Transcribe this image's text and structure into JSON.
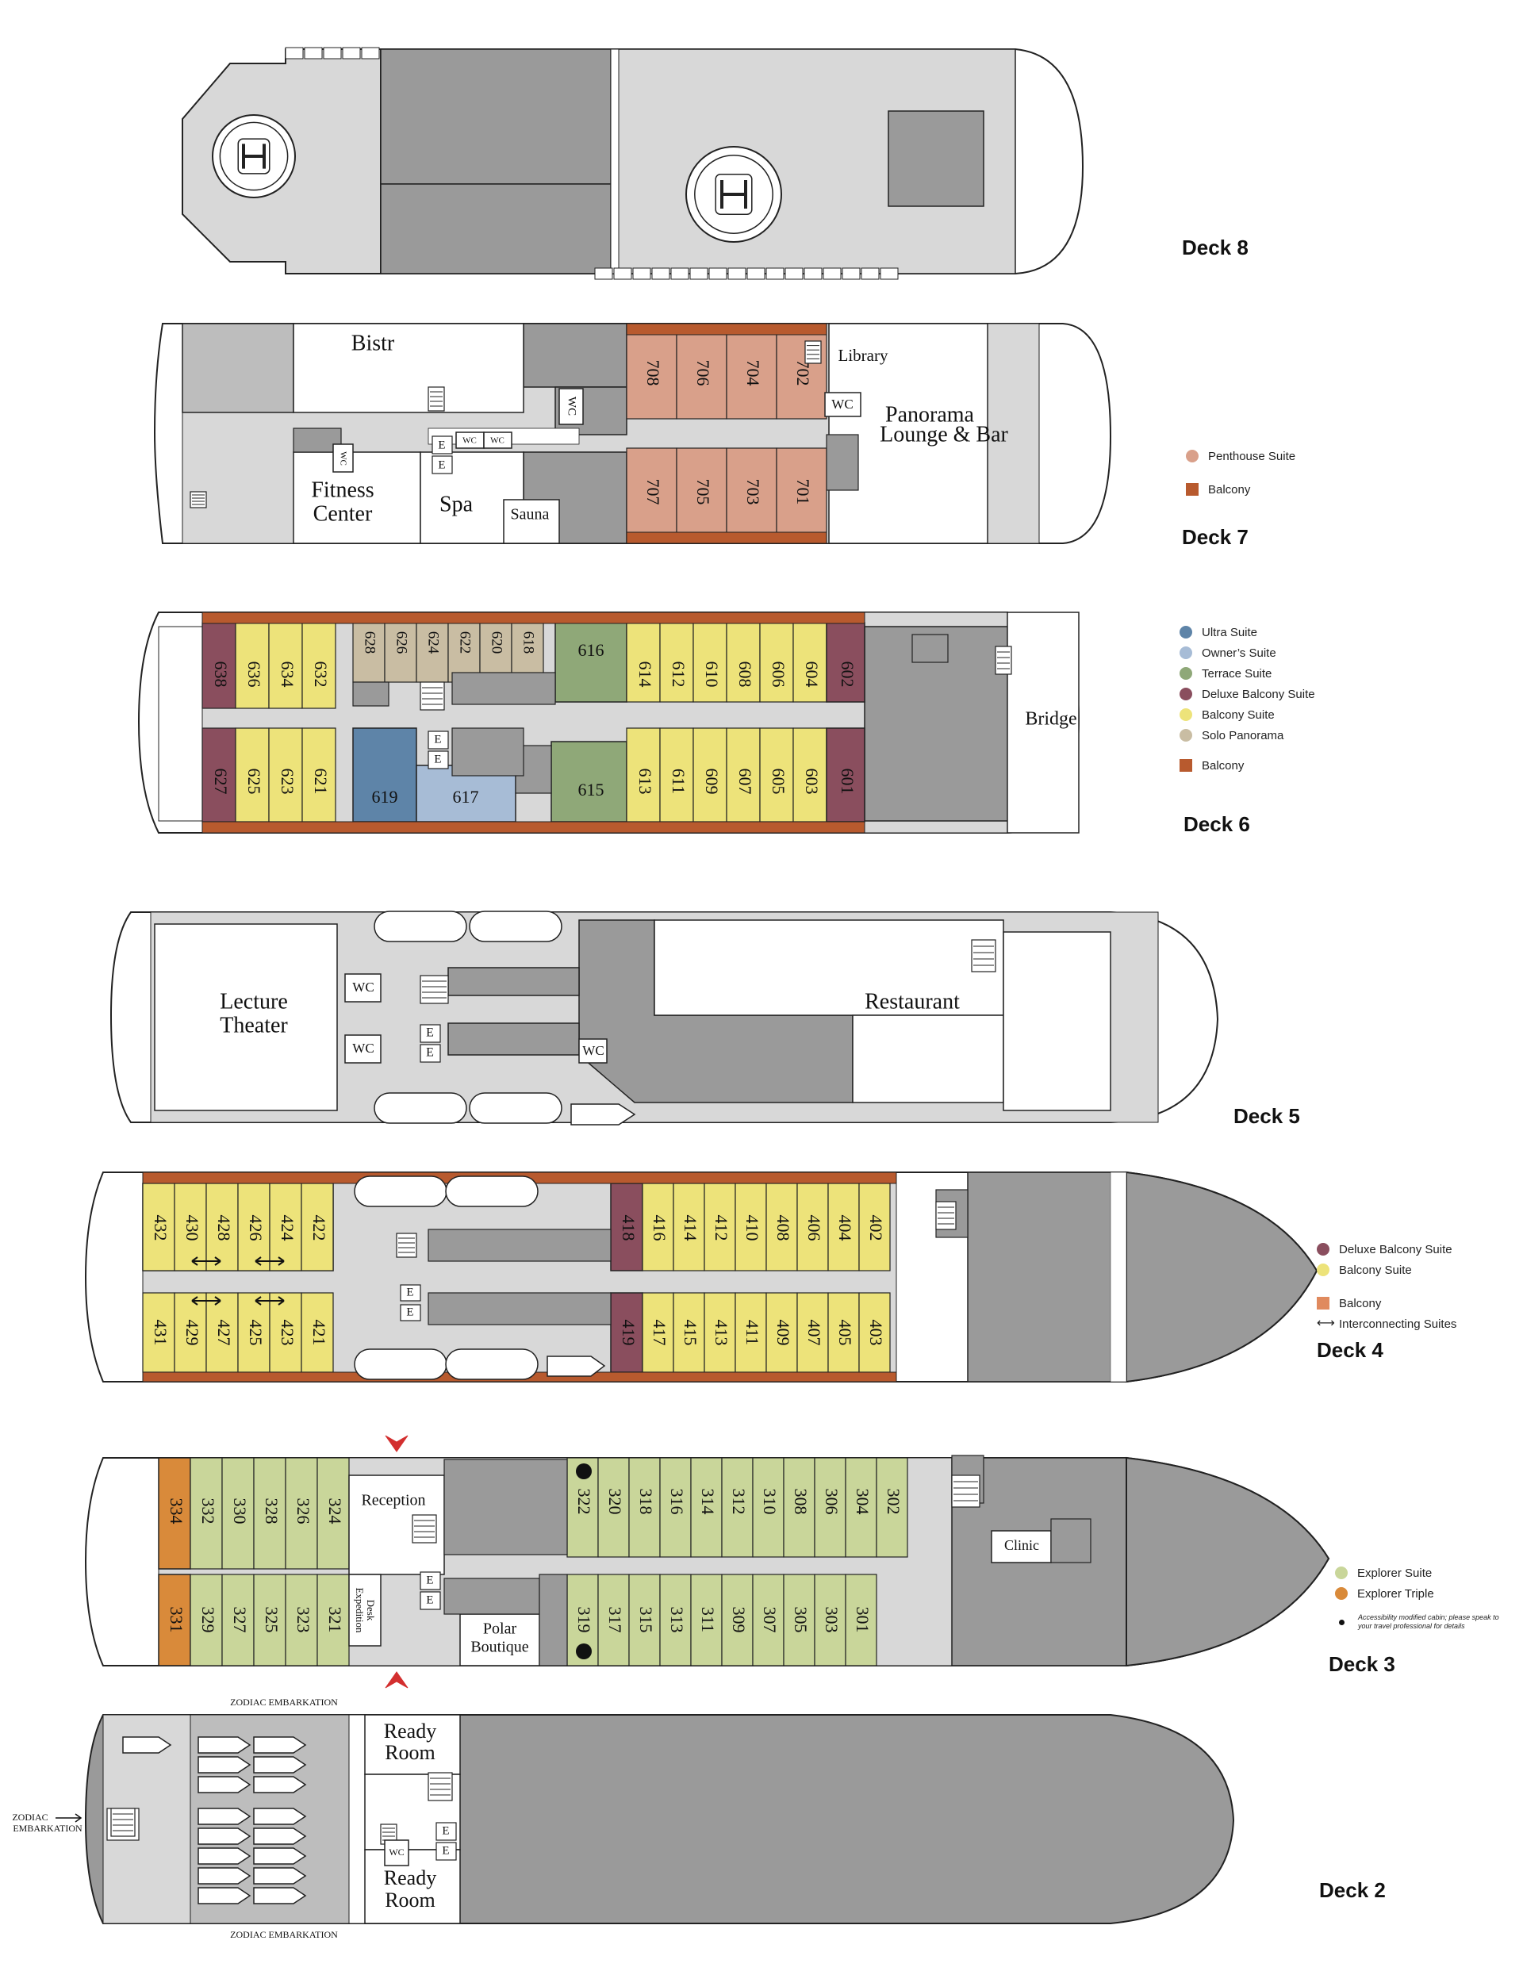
{
  "colors": {
    "hull_fill": "#ffffff",
    "outline": "#222222",
    "deck_light": "#d8d8d8",
    "deck_mid": "#bdbdbd",
    "deck_dark": "#9a9a9a",
    "penthouse_suite": "#d9a08a",
    "balcony": "#b85a2e",
    "ultra_suite": "#5e84a8",
    "owners_suite": "#a7bcd6",
    "terrace_suite": "#8fa878",
    "deluxe_balcony_suite": "#8a4e5e",
    "balcony_suite": "#ede37a",
    "solo_panorama": "#c9bda3",
    "explorer_suite": "#c9d69a",
    "explorer_triple": "#d98a3a",
    "accent_red": "#d32f2f"
  },
  "decks": [
    {
      "id": "deck8",
      "label": "Deck 8",
      "areas": [],
      "cabins": []
    },
    {
      "id": "deck7",
      "label": "Deck 7",
      "areas": [
        "Bistr",
        "Fitness",
        "Center",
        "Spa",
        "Sauna",
        "Library",
        "Panorama",
        "Lounge & Bar",
        "WC",
        "WC",
        "WC",
        "WC",
        "WC",
        "E",
        "E"
      ],
      "cabins": [
        "708",
        "706",
        "704",
        "702",
        "707",
        "705",
        "703",
        "701"
      ]
    },
    {
      "id": "deck6",
      "label": "Deck 6",
      "areas": [
        "Bridge",
        "E",
        "E"
      ],
      "cabins": [
        "638",
        "636",
        "634",
        "632",
        "628",
        "626",
        "624",
        "622",
        "620",
        "618",
        "616",
        "614",
        "612",
        "610",
        "608",
        "606",
        "604",
        "602",
        "627",
        "625",
        "623",
        "621",
        "619",
        "617",
        "615",
        "613",
        "611",
        "609",
        "607",
        "605",
        "603",
        "601"
      ]
    },
    {
      "id": "deck5",
      "label": "Deck 5",
      "areas": [
        "Lecture",
        "Theater",
        "Restaurant",
        "WC",
        "WC",
        "WC",
        "E",
        "E"
      ],
      "cabins": []
    },
    {
      "id": "deck4",
      "label": "Deck 4",
      "areas": [
        "E",
        "E"
      ],
      "cabins": [
        "432",
        "430",
        "428",
        "426",
        "424",
        "422",
        "418",
        "416",
        "414",
        "412",
        "410",
        "408",
        "406",
        "404",
        "402",
        "431",
        "429",
        "427",
        "425",
        "423",
        "421",
        "419",
        "417",
        "415",
        "413",
        "411",
        "409",
        "407",
        "405",
        "403"
      ]
    },
    {
      "id": "deck3",
      "label": "Deck 3",
      "areas": [
        "Reception",
        "Expedition",
        "Desk",
        "Polar",
        "Boutique",
        "Clinic",
        "E",
        "E"
      ],
      "cabins": [
        "334",
        "332",
        "330",
        "328",
        "326",
        "324",
        "322",
        "320",
        "318",
        "316",
        "314",
        "312",
        "310",
        "308",
        "306",
        "304",
        "302",
        "331",
        "329",
        "327",
        "325",
        "323",
        "321",
        "319",
        "317",
        "315",
        "313",
        "311",
        "309",
        "307",
        "305",
        "303",
        "301"
      ]
    },
    {
      "id": "deck2",
      "label": "Deck 2",
      "areas": [
        "Ready",
        "Room",
        "Ready",
        "Room",
        "WC",
        "E",
        "E",
        "ZODIAC EMBARKATION",
        "ZODIAC EMBARKATION",
        "ZODIAC",
        "EMBARKATION"
      ],
      "cabins": []
    }
  ],
  "legends": {
    "deck7": [
      {
        "label": "Penthouse Suite",
        "color": "#d9a08a",
        "shape": "dot"
      },
      {
        "label": "Balcony",
        "color": "#b85a2e",
        "shape": "square"
      }
    ],
    "deck6": [
      {
        "label": "Ultra Suite",
        "color": "#5e84a8",
        "shape": "dot"
      },
      {
        "label": "Owner’s Suite",
        "color": "#a7bcd6",
        "shape": "dot"
      },
      {
        "label": "Terrace Suite",
        "color": "#8fa878",
        "shape": "dot"
      },
      {
        "label": "Deluxe Balcony Suite",
        "color": "#8a4e5e",
        "shape": "dot"
      },
      {
        "label": "Balcony Suite",
        "color": "#ede37a",
        "shape": "dot"
      },
      {
        "label": "Solo Panorama",
        "color": "#c9bda3",
        "shape": "dot"
      },
      {
        "label": "Balcony",
        "color": "#b85a2e",
        "shape": "square"
      }
    ],
    "deck4": [
      {
        "label": "Deluxe Balcony Suite",
        "color": "#8a4e5e",
        "shape": "dot"
      },
      {
        "label": "Balcony Suite",
        "color": "#ede37a",
        "shape": "dot"
      },
      {
        "label": "Balcony",
        "color": "#b85a2e",
        "shape": "square"
      },
      {
        "label": "Interconnecting Suites",
        "icon": "double-arrow-icon"
      }
    ],
    "deck3": [
      {
        "label": "Explorer Suite",
        "color": "#c9d69a",
        "shape": "dot"
      },
      {
        "label": "Explorer Triple",
        "color": "#d98a3a",
        "shape": "dot"
      },
      {
        "label": "Accessibility modified cabin; please speak to your travel professional for details",
        "icon": "accessibility-dot-icon"
      }
    ]
  },
  "icons": [
    "helipad-icon",
    "stairs-icon",
    "elevator-icon",
    "lifeboat-icon",
    "zodiac-icon",
    "embarkation-arrow-icon",
    "double-arrow-icon",
    "accessibility-dot-icon"
  ]
}
